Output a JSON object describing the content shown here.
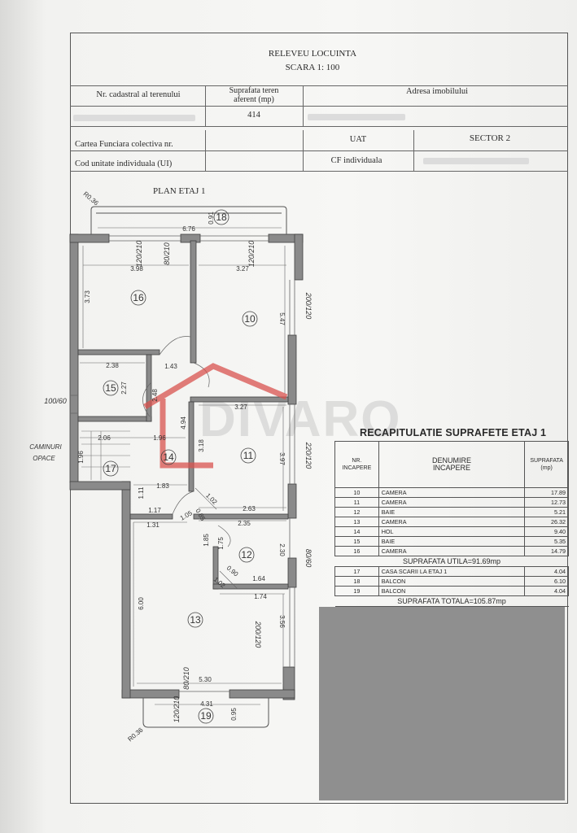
{
  "title": {
    "line1": "RELEVEU LOCUINTA",
    "line2": "SCARA 1: 100"
  },
  "header": {
    "cadastral_label": "Nr. cadastral al terenului",
    "land_area_label_1": "Suprafata teren",
    "land_area_label_2": "aferent (mp)",
    "land_area_value": "414",
    "address_label": "Adresa imobilului",
    "cf_collective_label": "Cartea Funciara colectiva nr.",
    "uat_label": "UAT",
    "sector_value": "SECTOR 2",
    "unit_code_label": "Cod unitate individuala (UI)",
    "cf_individual_label": "CF individuala"
  },
  "plan": {
    "title": "PLAN ETAJ 1",
    "watermark": "DIVARO",
    "rooms": [
      {
        "number": "10"
      },
      {
        "number": "11"
      },
      {
        "number": "12"
      },
      {
        "number": "13"
      },
      {
        "number": "14"
      },
      {
        "number": "15"
      },
      {
        "number": "16"
      },
      {
        "number": "17"
      },
      {
        "number": "18"
      },
      {
        "number": "19"
      }
    ],
    "dimensions": {
      "d676": "6.76",
      "d091": "0.91",
      "d398": "3.98",
      "d327a": "3.27",
      "d373": "3.73",
      "d547": "5.47",
      "d238": "2.38",
      "d143": "1.43",
      "d227": "2.27",
      "d248": "2.48",
      "d327b": "3.27",
      "d206": "2.06",
      "d196a": "1.96",
      "d196b": "1.96",
      "d494": "4.94",
      "d318": "3.18",
      "d397": "3.97",
      "d183": "1.83",
      "d102a": "1.02",
      "d263": "2.63",
      "d117": "1.17",
      "d105": "1.05",
      "d085": "0.85",
      "d131": "1.31",
      "d235": "2.35",
      "d185": "1.85",
      "d175": "1.75",
      "d230": "2.30",
      "d090": "0.90",
      "d164": "1.64",
      "d102b": "1.02",
      "d174": "1.74",
      "d600": "6.00",
      "d356": "3.56",
      "d530": "5.30",
      "d431": "4.31",
      "d095": "0.95",
      "d111": "1.11",
      "r036a": "R0.36",
      "r036b": "R0.36"
    },
    "openings": {
      "w120_210a": "120/210",
      "w80_210": "80/210",
      "w120_210b": "120/210",
      "w200_120a": "200/120",
      "w100_60": "100/60",
      "w220_120": "220/120",
      "w80_60": "80/60",
      "w200_120b": "200/120",
      "w80_210b": "80/210",
      "w120_210c": "120/210"
    },
    "note_line1": "CAMINURI",
    "note_line2": "OPACE"
  },
  "recap": {
    "title": "RECAPITULATIE SUPRAFETE ETAJ 1",
    "col_nr": "NR.",
    "col_nr_2": "INCAPERE",
    "col_name": "DENUMIRE",
    "col_name_2": "INCAPERE",
    "col_area": "SUPRAFATA",
    "col_area_2": "(mp)",
    "rows": [
      {
        "nr": "10",
        "name": "CAMERA",
        "area": "17.89"
      },
      {
        "nr": "11",
        "name": "CAMERA",
        "area": "12.73"
      },
      {
        "nr": "12",
        "name": "BAIE",
        "area": "5.21"
      },
      {
        "nr": "13",
        "name": "CAMERA",
        "area": "26.32"
      },
      {
        "nr": "14",
        "name": "HOL",
        "area": "9.40"
      },
      {
        "nr": "15",
        "name": "BAIE",
        "area": "5.35"
      },
      {
        "nr": "16",
        "name": "CAMERA",
        "area": "14.79"
      }
    ],
    "useful_total": "SUPRAFATA UTILA=91.69mp",
    "extra_rows": [
      {
        "nr": "17",
        "name": "CASA SCARII LA ETAJ 1",
        "area": "4.04"
      },
      {
        "nr": "18",
        "name": "BALCON",
        "area": "6.10"
      },
      {
        "nr": "19",
        "name": "BALCON",
        "area": "4.04"
      }
    ],
    "grand_total": "SUPRAFATA TOTALA=105.87mp"
  },
  "colors": {
    "wall_fill": "#8a8a8a",
    "line": "#444444",
    "watermark_red": "#d9534f"
  }
}
